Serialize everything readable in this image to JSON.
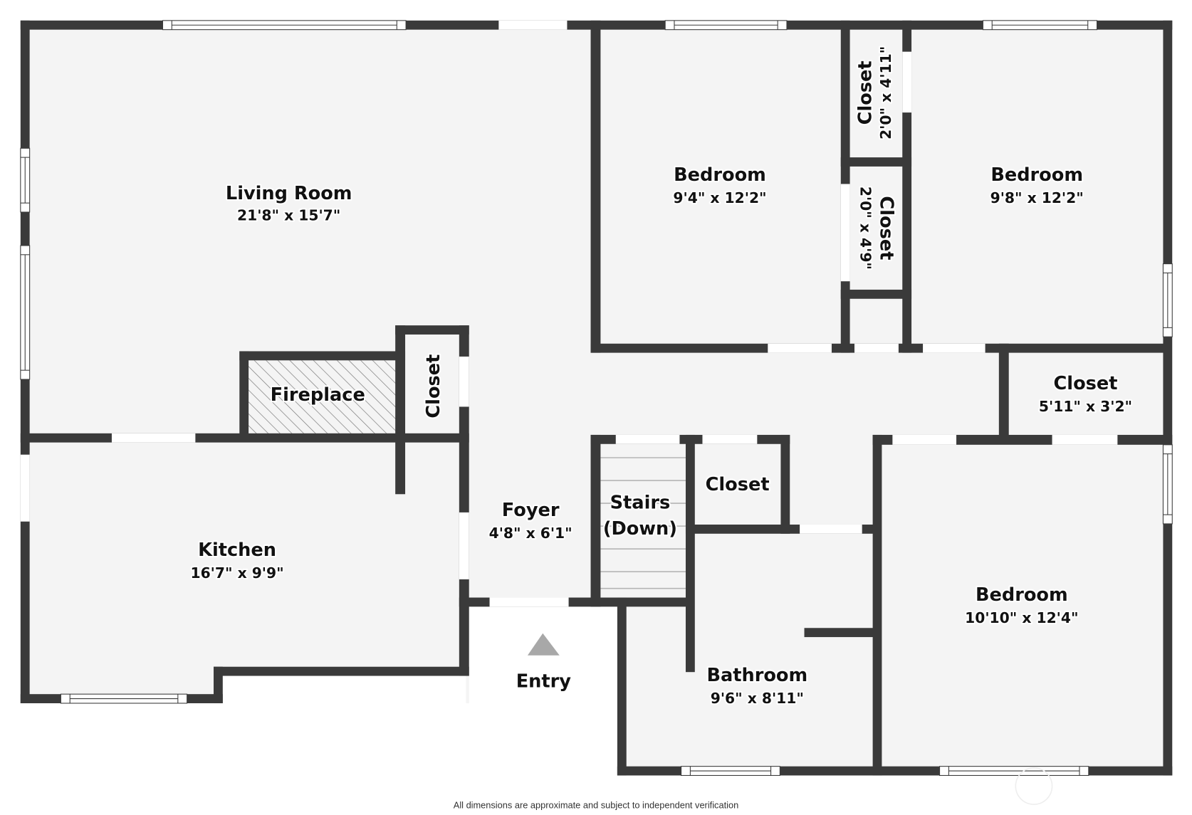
{
  "colors": {
    "wall": "#3a3a3a",
    "floor": "#f4f4f4",
    "background": "#ffffff",
    "entry_marker": "#a8a8a8"
  },
  "rooms": {
    "living_room": {
      "name": "Living Room",
      "dims": "21'8\" x 15'7\""
    },
    "fireplace": {
      "name": "Fireplace"
    },
    "closet_living": {
      "name": "Closet"
    },
    "kitchen": {
      "name": "Kitchen",
      "dims": "16'7\" x 9'9\""
    },
    "foyer": {
      "name": "Foyer",
      "dims": "4'8\" x 6'1\""
    },
    "entry": {
      "name": "Entry"
    },
    "stairs": {
      "name": "Stairs",
      "sub": "(Down)"
    },
    "closet_hall": {
      "name": "Closet"
    },
    "bathroom": {
      "name": "Bathroom",
      "dims": "9'6\" x 8'11\""
    },
    "bedroom_1": {
      "name": "Bedroom",
      "dims": "9'4\" x 12'2\""
    },
    "closet_top": {
      "name": "Closet",
      "dims": "2'0\" x 4'11\""
    },
    "closet_mid": {
      "name": "Closet",
      "dims": "2'0\" x 4'9\""
    },
    "bedroom_2": {
      "name": "Bedroom",
      "dims": "9'8\" x 12'2\""
    },
    "closet_right": {
      "name": "Closet",
      "dims": "5'11\" x 3'2\""
    },
    "bedroom_3": {
      "name": "Bedroom",
      "dims": "10'10\" x 12'4\""
    }
  },
  "footer": {
    "disclaimer": "All dimensions are approximate and subject to independent verification"
  }
}
